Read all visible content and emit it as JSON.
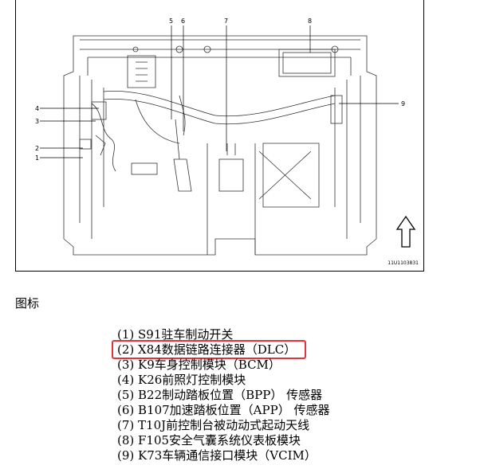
{
  "figure": {
    "code": "11U1103831",
    "callouts": [
      "1",
      "2",
      "3",
      "4",
      "5",
      "6",
      "7",
      "8",
      "9"
    ]
  },
  "caption": "图标",
  "legend": [
    "(1) S91驻车制动开关",
    "(2) X84数据链路连接器（DLC）",
    "(3) K9车身控制模块（BCM）",
    "(4) K26前照灯控制模块",
    "(5) B22制动踏板位置（BPP） 传感器",
    "(6) B107加速踏板位置（APP） 传感器",
    "(7) T10J前控制台被动动式起动天线",
    "(8) F105安全气囊系统仪表板模块",
    "(9) K73车辆通信接口模块（VCIM）"
  ],
  "highlighted_index": 1,
  "colors": {
    "highlight": "#e0343f"
  }
}
